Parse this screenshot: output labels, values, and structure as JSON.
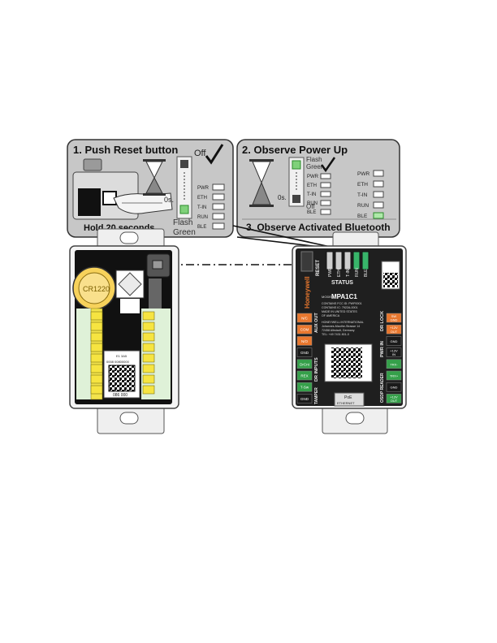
{
  "callout1": {
    "title": "1. Push Reset button",
    "hold_label": "Hold 20 seconds",
    "off_label": "Off",
    "zero_label": "0s.",
    "flash_label_1": "Flash",
    "flash_label_2": "Green",
    "led_labels": [
      "PWR",
      "ETH",
      "T-IN",
      "RUN",
      "BLE"
    ]
  },
  "callout2": {
    "title": "2. Observe Power Up",
    "flash_label_1": "Flash",
    "flash_label_2": "Green",
    "zero_label": "0s.",
    "off_label": "Off",
    "led_labels": [
      "PWR",
      "ETH",
      "T-IN",
      "RUN",
      "BLE"
    ],
    "right_led_labels": [
      "PWR",
      "ETH",
      "T-IN",
      "RUN",
      "BLE"
    ]
  },
  "callout3": {
    "title": "3. Observe Activated Bluetooth"
  },
  "left_board": {
    "battery_label": "CR1220",
    "label_code_1": "E1 3A5",
    "label_code_2": "0008 00800000",
    "label_code_3": "086 000"
  },
  "right_board": {
    "brand": "Honeywell",
    "model_prefix": "MODEL",
    "model": "MPA1C1",
    "status_label": "STATUS",
    "reset_label": "RESET",
    "top_leds": [
      "PWR",
      "ETH",
      "T-IN",
      "RUN",
      "BLE"
    ],
    "info_lines": [
      "CONTAINS FCC ID: PWP0001",
      "CONTAINS IC: 7922A-0001",
      "MADE IN UNITED STATES",
      "OF AMERICA",
      "HONEYWELL INTERNATIONAL",
      "Johannes-Mauthe-Strasse 14",
      "72458 Albstadt, Germany",
      "TEL: +49 7431 801-0"
    ],
    "aux_out_label": "AUX OUT",
    "dr_inputs_label": "DR INPUTS",
    "tamper_label": "TAMPER",
    "dr_lock_label": "DR LOCK",
    "pwr_in_label": "PWR IN",
    "osdp_label": "OSDP READER",
    "left_terminals": [
      {
        "text": "N/C",
        "color": "#e8772e"
      },
      {
        "text": "COM",
        "color": "#e8772e"
      },
      {
        "text": "N/O",
        "color": "#e8772e"
      },
      {
        "text": "GND",
        "color": "#1a1a1a"
      },
      {
        "text": "DrCnt",
        "color": "#35a04a"
      },
      {
        "text": "REX",
        "color": "#35a04a"
      },
      {
        "text": "T-Sw",
        "color": "#35a04a"
      },
      {
        "text": "GND",
        "color": "#1a1a1a"
      }
    ],
    "right_terminals": [
      {
        "text": "SW",
        "text2": "GND",
        "color": "#e8772e"
      },
      {
        "text": "+12V",
        "text2": "OUT",
        "color": "#e8772e"
      },
      {
        "text": "GND",
        "text2": "",
        "color": "#1a1a1a"
      },
      {
        "text": "+12V",
        "text2": "IN",
        "color": "#1a1a1a"
      },
      {
        "text": "TRX-",
        "text2": "",
        "color": "#35a04a"
      },
      {
        "text": "TRX+",
        "text2": "",
        "color": "#35a04a"
      },
      {
        "text": "GND",
        "text2": "",
        "color": "#1a1a1a"
      },
      {
        "text": "+12V",
        "text2": "OUT",
        "color": "#35a04a"
      }
    ],
    "poe_label_1": "PoE",
    "poe_label_2": "ETHERNET"
  }
}
